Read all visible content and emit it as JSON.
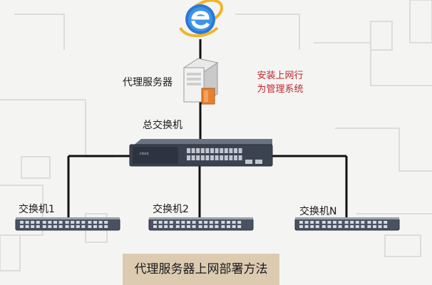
{
  "labels": {
    "proxy_server": "代理服务器",
    "core_switch": "总交换机",
    "switch_1": "交换机1",
    "switch_2": "交换机2",
    "switch_n": "交换机N"
  },
  "annotation": {
    "line1": "安装上网行",
    "line2": "为管理系统"
  },
  "caption": "代理服务器上网部署方法",
  "icons": {
    "internet": "internet-explorer-icon",
    "server": "server-tower-icon",
    "core_switch": "rack-switch-icon",
    "access_switch": "access-switch-icon"
  },
  "colors": {
    "annotation": "#c0272d",
    "caption_background": "#dccbb1",
    "cable": "#111111",
    "background": "#f4f4f3"
  }
}
